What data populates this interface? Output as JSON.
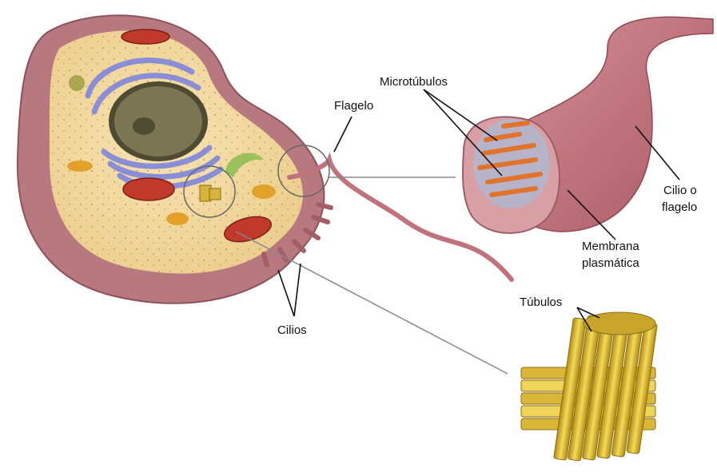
{
  "labels": {
    "flagelo": "Flagelo",
    "microtubulos": "Microtúbulos",
    "cilio_line1": "Cilio o",
    "cilio_line2": "flagelo",
    "membrana_line1": "Membrana",
    "membrana_line2": "plasmática",
    "tubulos": "Túbulos",
    "cilios": "Cilios"
  },
  "colors": {
    "cytoplasm": "#f4dca0",
    "membrane": "#b9727a",
    "nucleus": "#6e6a4a",
    "golgi": "#8c8fd8",
    "mitochondria": "#c0392b",
    "centriole": "#e6c43c",
    "flagellum": "#c0737d"
  }
}
